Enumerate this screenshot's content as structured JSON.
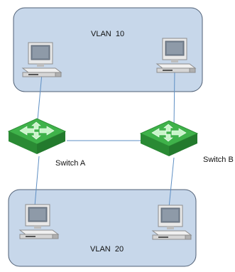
{
  "diagram": {
    "vlan_top": {
      "label": "VLAN  10"
    },
    "vlan_bottom": {
      "label": "VLAN  20"
    },
    "switch_a": {
      "label": "Switch A"
    },
    "switch_b": {
      "label": "Switch B"
    }
  },
  "colors": {
    "vlan_fill": "#c7d7ea",
    "vlan_stroke": "#4f5f75",
    "link": "#5e8fc4",
    "switch_top": "#3fb24a",
    "switch_side": "#2a8a34",
    "switch_front": "#237a2d",
    "arrow": "#c9f5c9",
    "pc_body": "#e9e9e9",
    "pc_shadow": "#9a9a9a",
    "screen": "#7a8796"
  },
  "icons": [
    "computer-icon",
    "switch-icon"
  ]
}
